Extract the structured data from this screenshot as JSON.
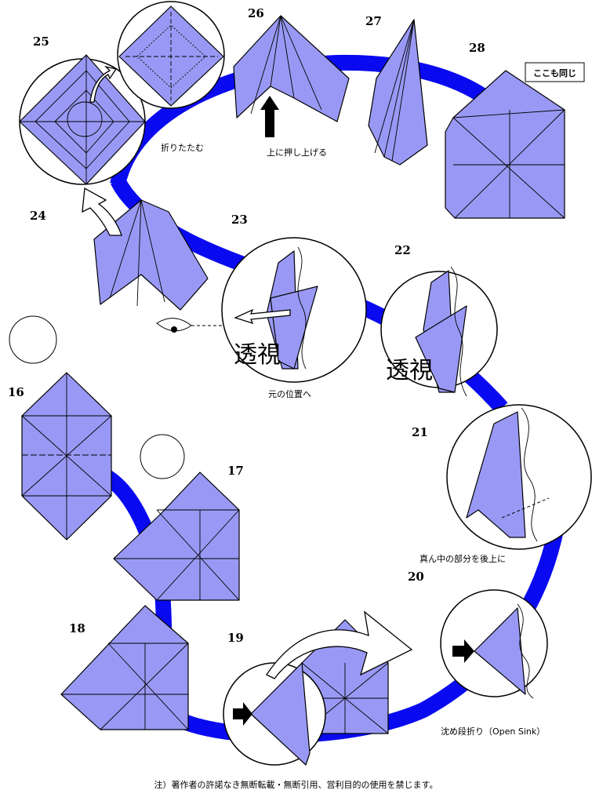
{
  "steps": {
    "s16": "16",
    "s17": "17",
    "s18": "18",
    "s19": "19",
    "s20": "20",
    "s21": "21",
    "s22": "22",
    "s23": "23",
    "s24": "24",
    "s25": "25",
    "s26": "26",
    "s27": "27",
    "s28": "28"
  },
  "captions": {
    "fold_flat": "折りたたむ",
    "push_up": "上に押し上げる",
    "same_here": "ここも同じ",
    "to_original": "元の位置へ",
    "see_through_1": "透視",
    "see_through_2": "透視",
    "middle_back_up": "真ん中の部分を後上に",
    "open_sink": "沈め段折り（Open Sink）"
  },
  "footer_note": "注）著作者の許諾なき無断転載・無断引用、営利目的の使用を禁じます。",
  "colors": {
    "paper": "#9999f5",
    "band": "#0a0af0"
  }
}
